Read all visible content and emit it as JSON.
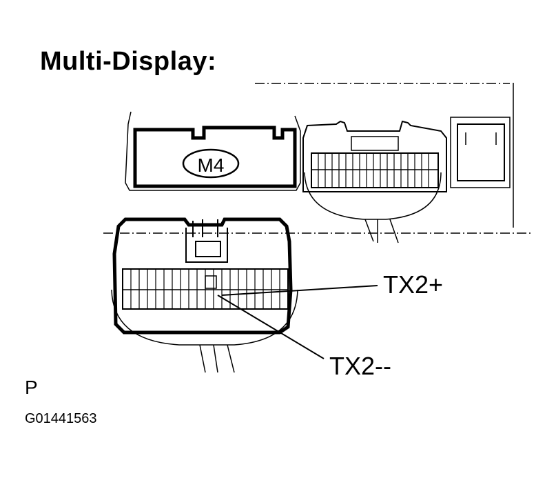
{
  "title": "Multi-Display:",
  "connector_id": "M4",
  "callouts": {
    "tx2_plus": "TX2+",
    "tx2_minus": "TX2--"
  },
  "footer": {
    "code": "P",
    "figure_id": "G01441563"
  },
  "colors": {
    "ink": "#000000",
    "paper": "#ffffff"
  }
}
